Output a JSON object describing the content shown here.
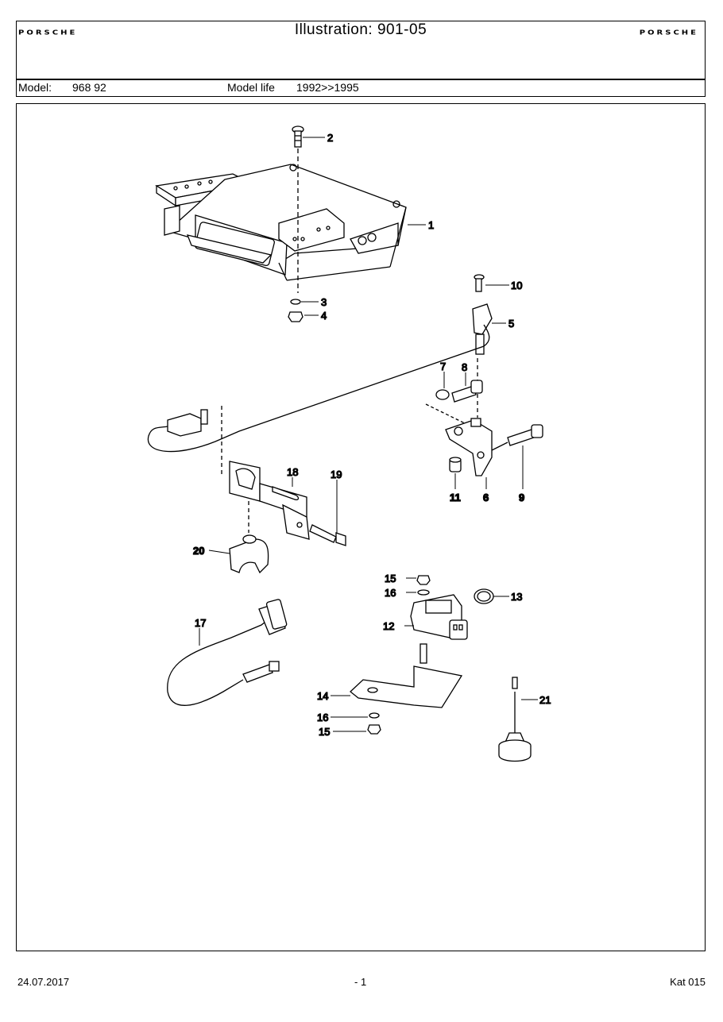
{
  "header": {
    "title": "Illustration: 901-05",
    "logo_left": "PORSCHE",
    "logo_right": "PORSCHE",
    "model_label": "Model:",
    "model_value": "968 92",
    "model_life_label": "Model life",
    "model_life_value": "1992>>1995"
  },
  "callouts": {
    "c1": "1",
    "c2": "2",
    "c3": "3",
    "c4": "4",
    "c5": "5",
    "c6": "6",
    "c7": "7",
    "c8": "8",
    "c9": "9",
    "c10": "10",
    "c11": "11",
    "c12": "12",
    "c13": "13",
    "c14": "14",
    "c15a": "15",
    "c15b": "15",
    "c16a": "16",
    "c16b": "16",
    "c17": "17",
    "c18": "18",
    "c19": "19",
    "c20": "20",
    "c21": "21"
  },
  "footer": {
    "date": "24.07.2017",
    "page": "- 1",
    "catalog": "Kat 015"
  }
}
